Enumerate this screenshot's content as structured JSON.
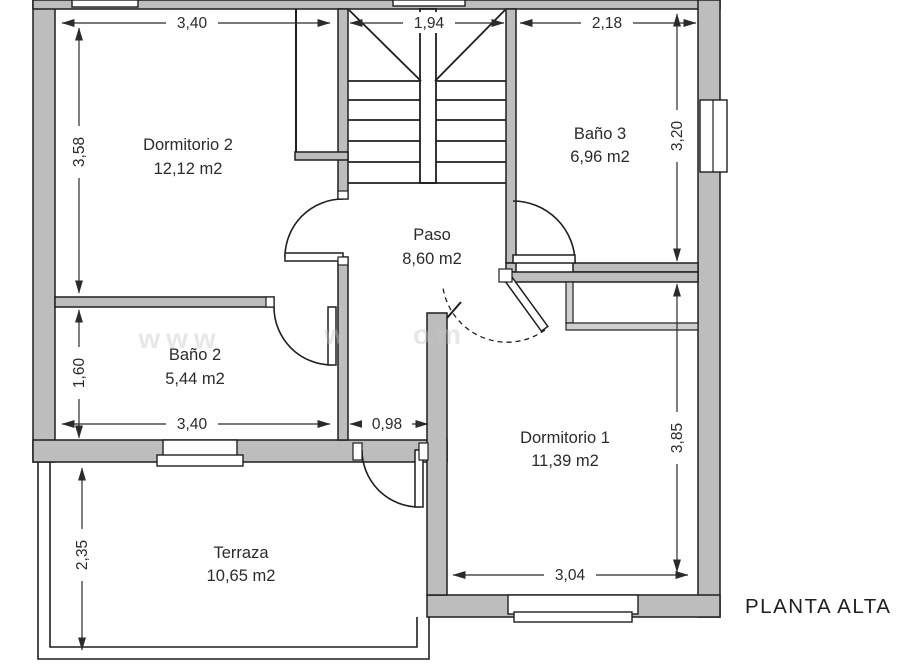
{
  "title": "PLANTA ALTA",
  "rooms": [
    {
      "name": "Dormitorio 2",
      "area": "12,12 m2"
    },
    {
      "name": "Baño 3",
      "area": "6,96 m2"
    },
    {
      "name": "Paso",
      "area": "8,60 m2"
    },
    {
      "name": "Baño 2",
      "area": "5,44 m2"
    },
    {
      "name": "Dormitorio 1",
      "area": "11,39 m2"
    },
    {
      "name": "Terraza",
      "area": "10,65 m2"
    }
  ],
  "dimensions": {
    "top_dormitorio2": "3,40",
    "top_stairs": "1,94",
    "top_bano3": "2,18",
    "left_dormitorio2": "3,58",
    "right_bano3": "3,20",
    "left_bano2": "1,60",
    "bottom_bano2": "3,40",
    "corridor": "0,98",
    "right_dormitorio1": "3,85",
    "left_terraza": "2,35",
    "bottom_dormitorio1": "3,04"
  },
  "watermark": [
    "www",
    "w",
    "om"
  ],
  "colors": {
    "wall_fill": "#bdbdbd",
    "line": "#1f1f1f",
    "text": "#2b2b2b"
  }
}
